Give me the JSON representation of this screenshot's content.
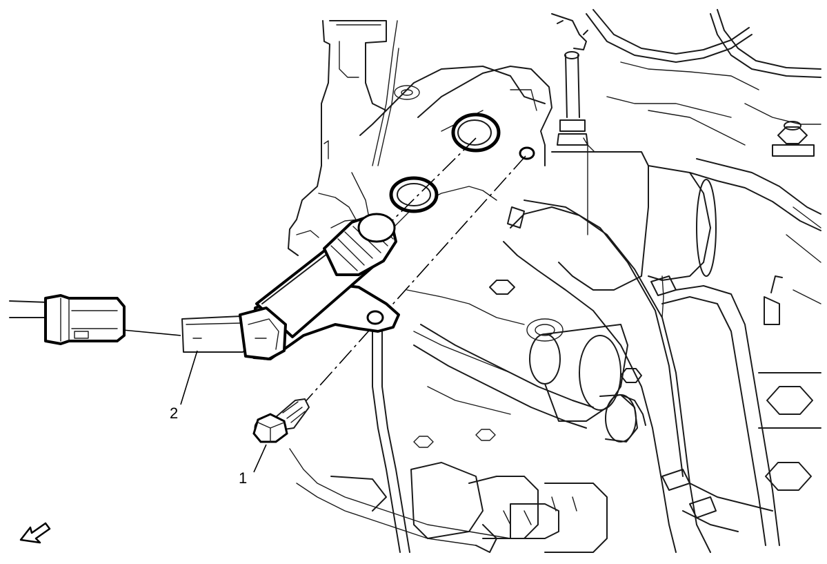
{
  "diagram": {
    "callouts": [
      {
        "id": "1",
        "label": "1"
      },
      {
        "id": "2",
        "label": "2"
      }
    ],
    "icons": {
      "orientation": "view-direction-arrow-icon"
    },
    "colors": {
      "line": "#1a1a1a",
      "highlight": "#000000",
      "background": "#ffffff"
    }
  }
}
